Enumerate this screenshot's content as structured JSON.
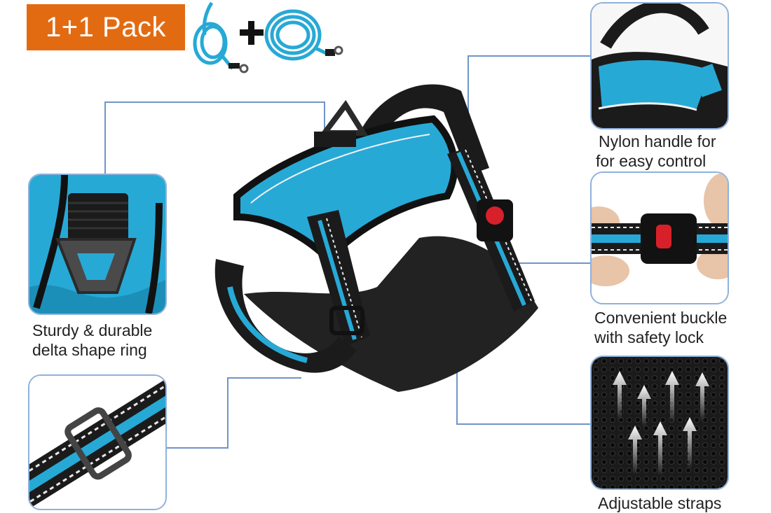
{
  "badge": {
    "pack_label": "1+1 Pack"
  },
  "features": {
    "handle": {
      "line1": "Nylon handle for",
      "line2": "for easy control"
    },
    "buckle": {
      "line1": "Convenient buckle",
      "line2": "with safety lock"
    },
    "mesh": {
      "line1": "Adjustable straps"
    },
    "ring": {
      "line1": "Sturdy & durable",
      "line2": "delta shape ring"
    }
  },
  "colors": {
    "accent_blue": "#27a9d6",
    "badge_orange": "#e26b12",
    "frame_blue": "#8fb1db",
    "strap_black": "#1b1b1b",
    "buckle_red": "#d8202a"
  },
  "icons": [
    "leash-coil-icon",
    "plus-icon",
    "harness-image",
    "delta-ring-image",
    "slider-buckle-image",
    "handle-closeup-image",
    "side-release-buckle-image",
    "mesh-arrows-image"
  ]
}
